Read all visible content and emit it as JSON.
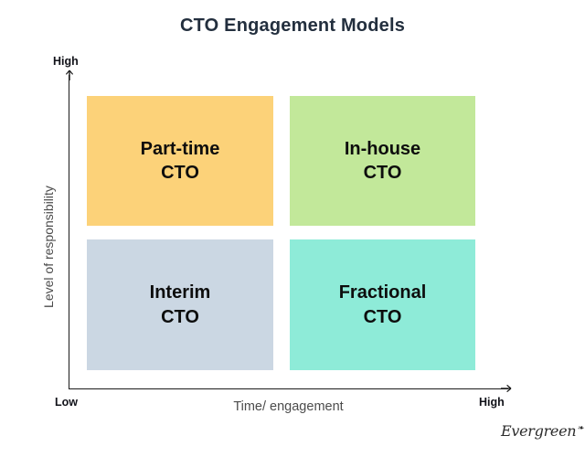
{
  "chart_data": {
    "type": "table",
    "title": "CTO Engagement Models",
    "xlabel": "Time/ engagement",
    "ylabel": "Level of responsibility",
    "x_axis_low_label": "Low",
    "x_axis_high_label": "High",
    "y_axis_high_label": "High",
    "grid": false,
    "legend": "none",
    "quadrants": [
      {
        "id": "part-time-cto",
        "line1": "Part-time",
        "line2": "CTO",
        "x_position": "low",
        "y_position": "high",
        "color": "#fcd279"
      },
      {
        "id": "in-house-cto",
        "line1": "In-house",
        "line2": "CTO",
        "x_position": "high",
        "y_position": "high",
        "color": "#c2e89a"
      },
      {
        "id": "interim-cto",
        "line1": "Interim",
        "line2": "CTO",
        "x_position": "low",
        "y_position": "low",
        "color": "#cbd7e3"
      },
      {
        "id": "fractional-cto",
        "line1": "Fractional",
        "line2": "CTO",
        "x_position": "high",
        "y_position": "low",
        "color": "#8eebd8"
      }
    ]
  },
  "colors": {
    "title": "#232f3e",
    "axis": "#1b1b1b",
    "axis_title": "#4c4c4c",
    "quadrant_text": "#0d0d0d",
    "background": "#ffffff"
  },
  "brand": {
    "name": "Evergreen",
    "mark": "❧"
  }
}
